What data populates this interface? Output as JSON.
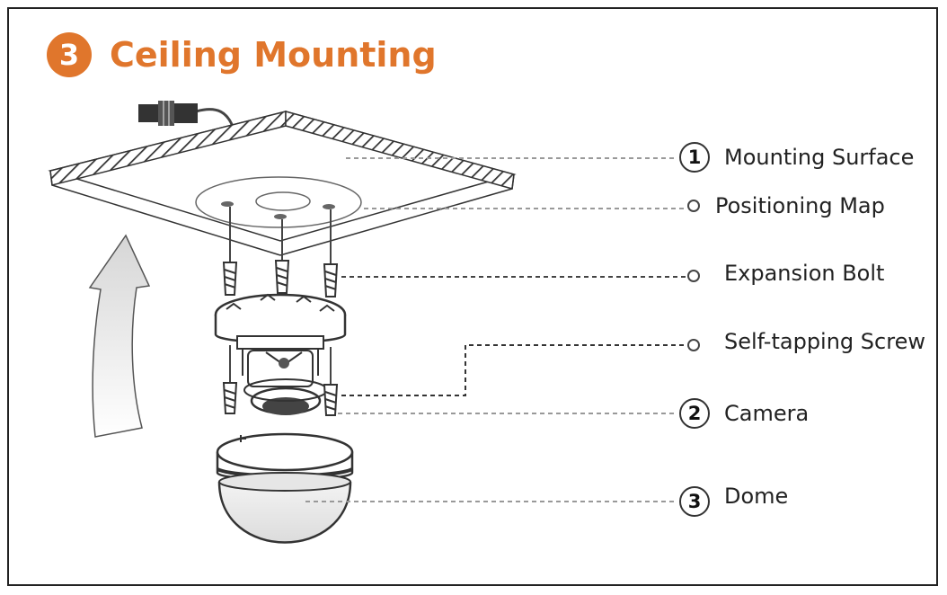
{
  "title": "Ceiling Mounting",
  "step_number": "3",
  "colors": {
    "accent": "#e0762c",
    "line": "#333333",
    "dashed": "#999999"
  },
  "callouts": [
    {
      "number": "1",
      "label": "Mounting Surface"
    },
    {
      "number": "",
      "label": "Positioning Map"
    },
    {
      "number": "",
      "label": "Expansion Bolt"
    },
    {
      "number": "",
      "label": "Self-tapping Screw"
    },
    {
      "number": "2",
      "label": "Camera"
    },
    {
      "number": "3",
      "label": "Dome"
    }
  ]
}
